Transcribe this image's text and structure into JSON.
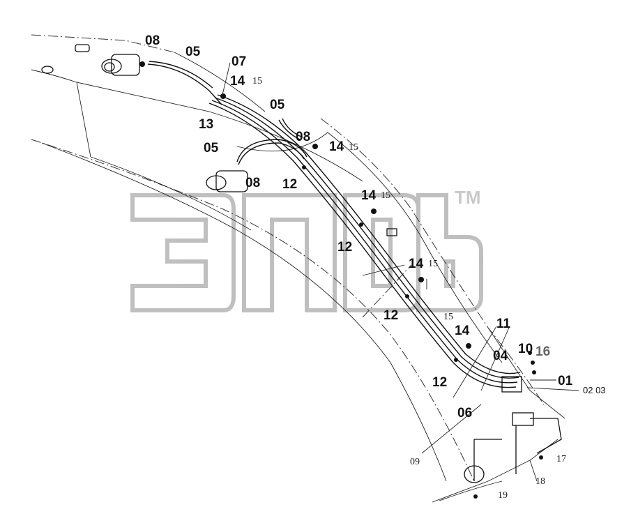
{
  "watermark": {
    "tm": "TM"
  },
  "labels": {
    "l08a": "08",
    "l05a": "05",
    "l07": "07",
    "l14a": "14",
    "l15a": "15",
    "l13": "13",
    "l05b": "05",
    "l08b": "08",
    "l14b": "14",
    "l15b": "15",
    "l05c": "05",
    "l08c": "08",
    "l12a": "12",
    "l14c": "14",
    "l15c": "15",
    "l12b": "12",
    "l14d": "14",
    "l15d": "15",
    "l12c": "12",
    "l15e": "15",
    "l14e": "14",
    "l11": "11",
    "l04": "04",
    "l10": "10",
    "l16": "16",
    "l01": "01",
    "l0203": "02 03",
    "l12d": "12",
    "l06": "06",
    "l09": "09",
    "l17": "17",
    "l18": "18",
    "l19": "19"
  },
  "colors": {
    "ink": "#111111",
    "watermark": "#b9b9b9"
  }
}
